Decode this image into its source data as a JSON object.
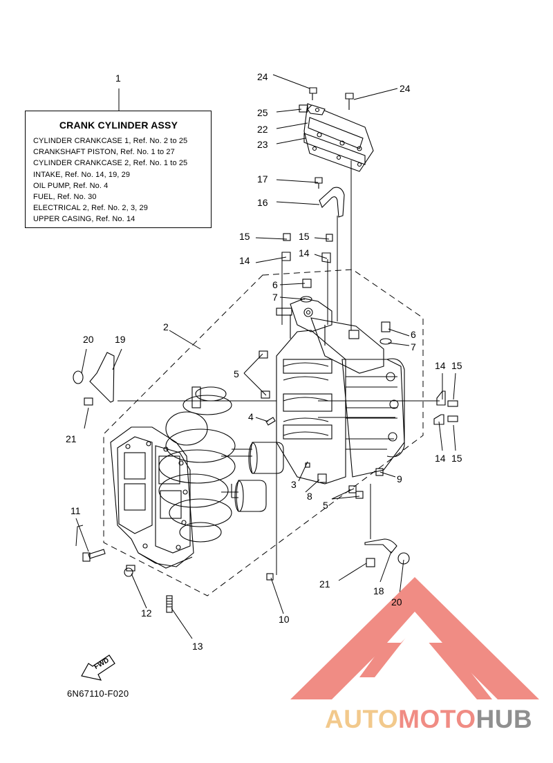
{
  "assembly_box": {
    "title": "CRANK CYLINDER ASSY",
    "lines": [
      "CYLINDER CRANKCASE 1,  Ref. No. 2 to 25",
      "CRANKSHAFT PISTON,  Ref. No. 1 to 27",
      "CYLINDER CRANKCASE 2,  Ref. No. 1 to 25",
      "INTAKE,  Ref. No. 14, 19, 29",
      "OIL PUMP,  Ref. No. 4",
      "FUEL,  Ref. No. 30",
      "ELECTRICAL 2,  Ref. No. 2, 3, 29",
      "UPPER CASING,  Ref. No. 14"
    ]
  },
  "callouts": {
    "c1": "1",
    "c2": "2",
    "c3": "3",
    "c4": "4",
    "c5a": "5",
    "c5b": "5",
    "c6a": "6",
    "c6b": "6",
    "c7a": "7",
    "c7b": "7",
    "c8": "8",
    "c9": "9",
    "c10": "10",
    "c11": "11",
    "c12": "12",
    "c13": "13",
    "c14a": "14",
    "c14b": "14",
    "c14c": "14",
    "c14d": "14",
    "c15a": "15",
    "c15b": "15",
    "c15c": "15",
    "c15d": "15",
    "c16": "16",
    "c17": "17",
    "c18": "18",
    "c19": "19",
    "c20a": "20",
    "c20b": "20",
    "c21a": "21",
    "c21b": "21",
    "c22": "22",
    "c23": "23",
    "c24a": "24",
    "c24b": "24",
    "c25": "25"
  },
  "fwd_label": "FWD",
  "drawing_code": "6N67110-F020",
  "watermark": {
    "part1": "AUTO",
    "part2": "MOTO",
    "part3": "HUB",
    "color_auto": "#f2c98c",
    "color_moto": "#f08c84",
    "color_hub": "#8f8f8f",
    "logo_color": "#f08c84"
  }
}
